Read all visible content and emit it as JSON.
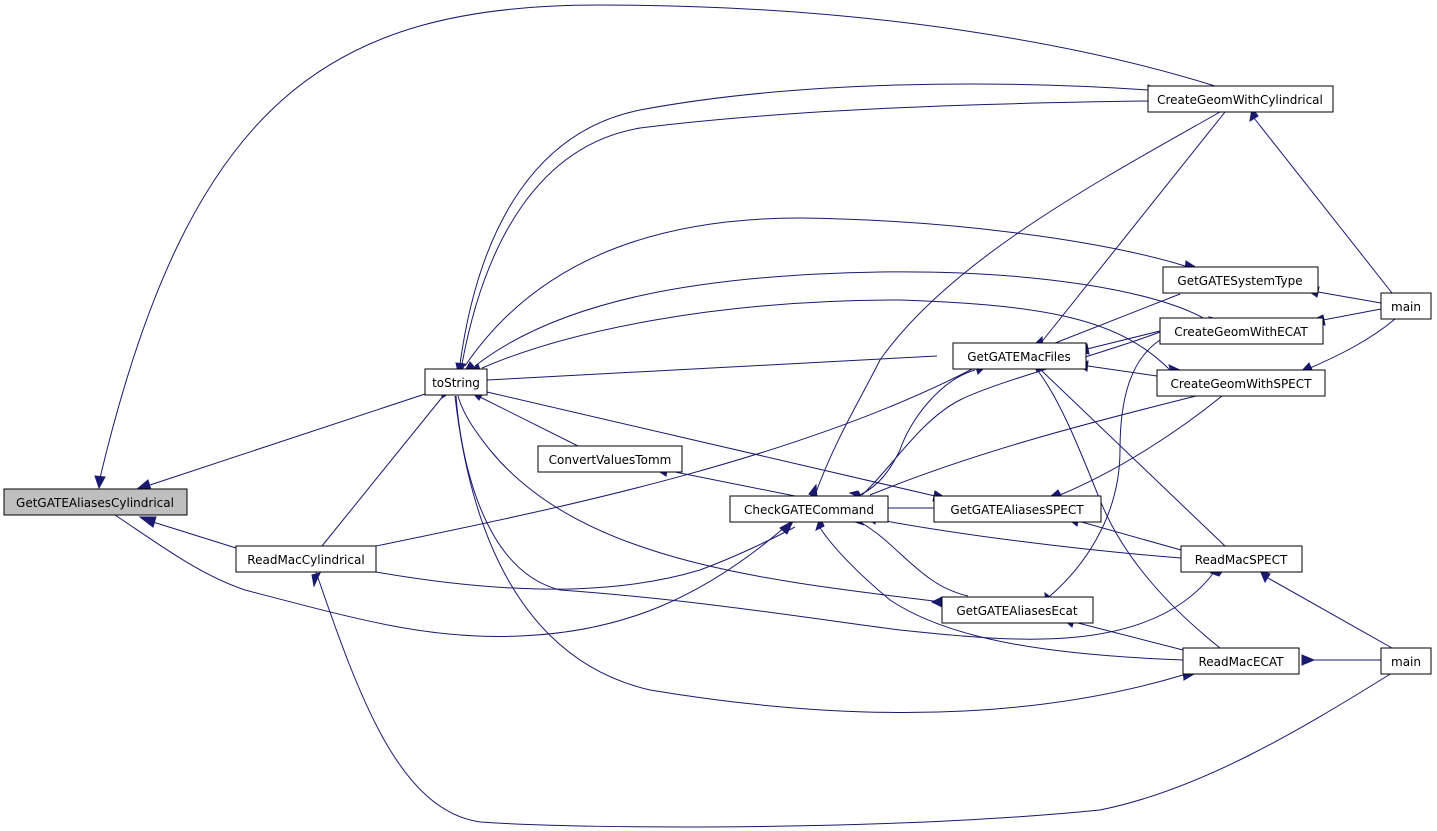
{
  "nodes": {
    "root": "GetGATEAliasesCylindrical",
    "tostring": "toString",
    "readmaccyl": "ReadMacCylindrical",
    "convert": "ConvertValuesTomm",
    "checkcmd": "CheckGATECommand",
    "macfiles": "GetGATEMacFiles",
    "aliasspect": "GetGATEAliasesSPECT",
    "aliasecat": "GetGATEAliasesEcat",
    "geomcyl": "CreateGeomWithCylindrical",
    "systype": "GetGATESystemType",
    "geomecat": "CreateGeomWithECAT",
    "geomspect": "CreateGeomWithSPECT",
    "readspect": "ReadMacSPECT",
    "readecat": "ReadMacECAT",
    "main1": "main",
    "main2": "main"
  },
  "colors": {
    "edge": "#191970",
    "root_fill": "#bfbfbf",
    "node_fill": "#ffffff",
    "node_border": "#000000"
  }
}
